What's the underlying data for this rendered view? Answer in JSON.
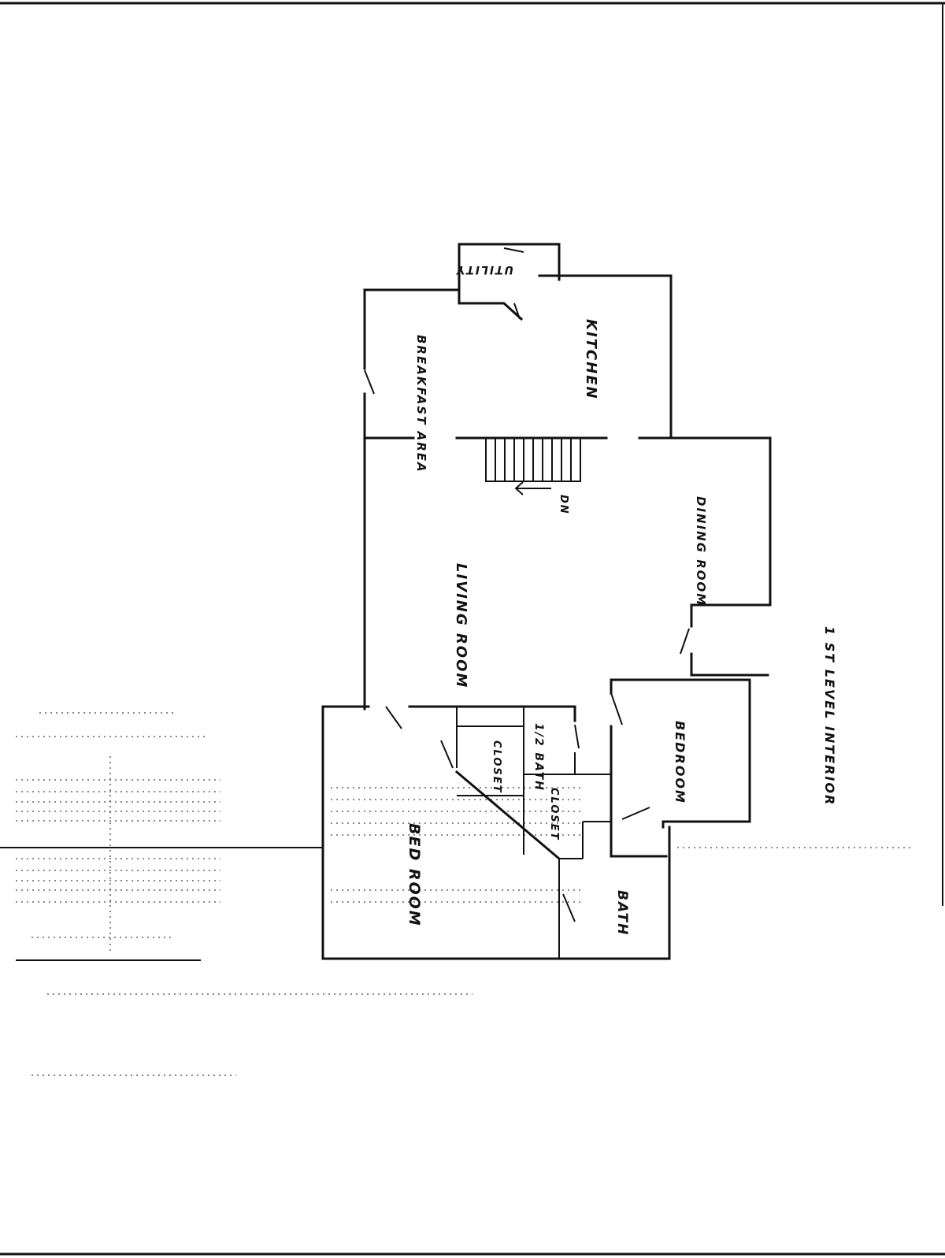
{
  "title": "1 ST LEVEL INTERIOR",
  "rooms": {
    "utility": "UTILITY",
    "breakfast_area": "BREAKFAST AREA",
    "kitchen": "KITCHEN",
    "living_room": "LIVING ROOM",
    "dining_room": "DINING ROOM",
    "bedroom_right": "BEDROOM",
    "half_bath": "1/2 BATH",
    "closet_upper": "CLOSET",
    "closet_lower": "CLOSET",
    "bedroom_left": "BED ROOM",
    "bath": "BATH"
  },
  "stairs": {
    "label": "DN"
  }
}
